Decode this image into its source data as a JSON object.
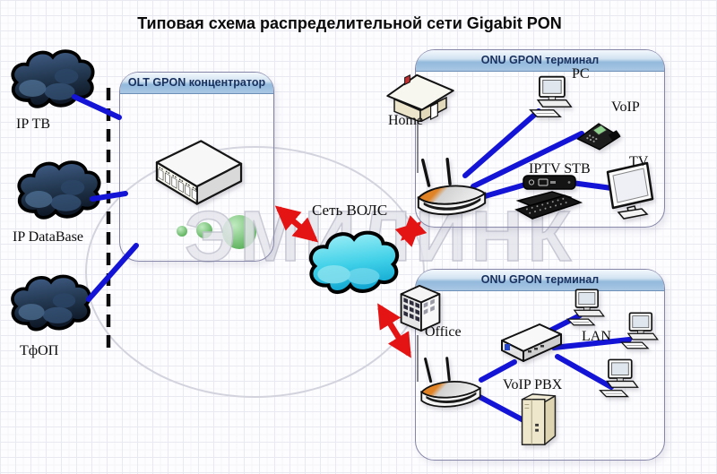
{
  "title": "Типовая схема распределительной сети Gigabit PON",
  "watermark": {
    "text": "ЭМИЛИНК"
  },
  "sources": {
    "iptv": "IP ТВ",
    "database": "IP DataBase",
    "tfop": "ТфОП"
  },
  "olt": {
    "header": "OLT GPON концентратор"
  },
  "cloud": {
    "label": "Сеть ВОЛС"
  },
  "onu_home": {
    "header": "ONU GPON терминал",
    "site": "Home",
    "pc": "PC",
    "voip": "VoIP",
    "stb": "IPTV STB",
    "tv": "TV"
  },
  "onu_office": {
    "header": "ONU GPON терминал",
    "site": "Office",
    "lan": "LAN",
    "pbx": "VoIP PBX"
  },
  "colors": {
    "link_blue": "#1414d6",
    "arrow_red": "#e41414",
    "cloud_dark": "#1c2d44",
    "cloud_cyan": "#2cc4e0",
    "router_orange": "#e07820",
    "header_blue": "#93b9dc",
    "box_border": "#8585a8",
    "watermark_gray": "#c6c6d2"
  }
}
